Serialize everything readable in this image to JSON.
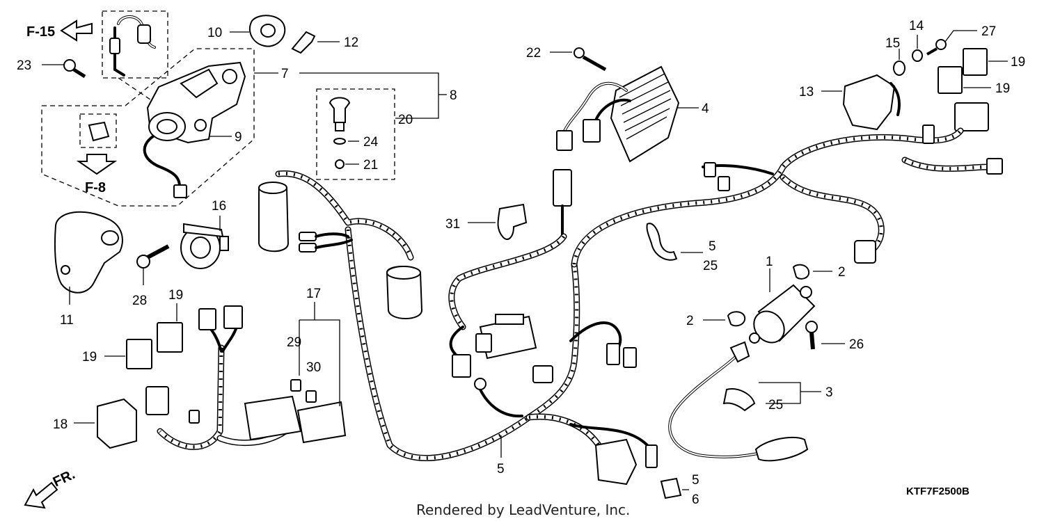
{
  "diagram": {
    "refs": {
      "f15": "F-15",
      "f8": "F-8",
      "front": "FR."
    },
    "callouts": {
      "c1": "1",
      "c2a": "2",
      "c2b": "2",
      "c3": "3",
      "c4": "4",
      "c5a": "5",
      "c5b": "5",
      "c5c": "5",
      "c6": "6",
      "c7": "7",
      "c8": "8",
      "c9": "9",
      "c10": "10",
      "c11": "11",
      "c12": "12",
      "c13": "13",
      "c14": "14",
      "c15": "15",
      "c16": "16",
      "c17": "17",
      "c18": "18",
      "c19a": "19",
      "c19b": "19",
      "c19c": "19",
      "c19d": "19",
      "c20": "20",
      "c21": "21",
      "c22": "22",
      "c23": "23",
      "c24": "24",
      "c25a": "25",
      "c25b": "25",
      "c26": "26",
      "c27": "27",
      "c28": "28",
      "c29": "29",
      "c30": "30",
      "c31": "31"
    },
    "diagram_code": "KTF7F2500B",
    "credit": "Rendered by LeadVenture, Inc."
  }
}
